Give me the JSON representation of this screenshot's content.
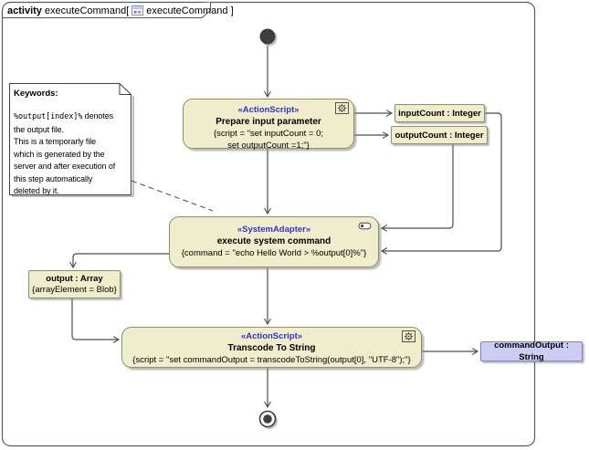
{
  "title": {
    "kind": "activity",
    "name_prefix": "executeCommand[",
    "name_suffix": "executeCommand ]"
  },
  "note": {
    "title": "Keywords:",
    "code": "%output[index]%",
    "code_suffix": " denotes",
    "body": "the output file.\nThis is a temporarly file\nwhich is generated by the\nserver and after execution of\nthis step automatically\ndeleted by it."
  },
  "nodes": {
    "prepare": {
      "stereotype": "«ActionScript»",
      "name": "Prepare input parameter",
      "script": "{script = \"set inputCount = 0;\nset outputCount =1;\"}"
    },
    "execute": {
      "stereotype": "«SystemAdapter»",
      "name": "execute system command",
      "script": "{command = \"echo Hello World > %output[0]%\"}"
    },
    "transcode": {
      "stereotype": "«ActionScript»",
      "name": "Transcode To String",
      "script": "{script = \"set commandOutput = transcodeToString(output[0], \"UTF-8\");\"}"
    }
  },
  "pins": {
    "input_count": "inputCount : Integer",
    "output_count": "outputCount : Integer",
    "output_array_name": "output : Array",
    "output_array_detail": "{arrayElement = Blob}",
    "command_output": "commandOutput : String"
  },
  "colors": {
    "node_fill": "#EFEDCB",
    "node_border": "#8F8F64",
    "stereotype_text": "#3333CC",
    "selected_pin_fill": "#CCCCF4",
    "selected_pin_border": "#8282B8",
    "connector_line": "#4E4E4E",
    "frame_border": "#5A5A5A"
  }
}
